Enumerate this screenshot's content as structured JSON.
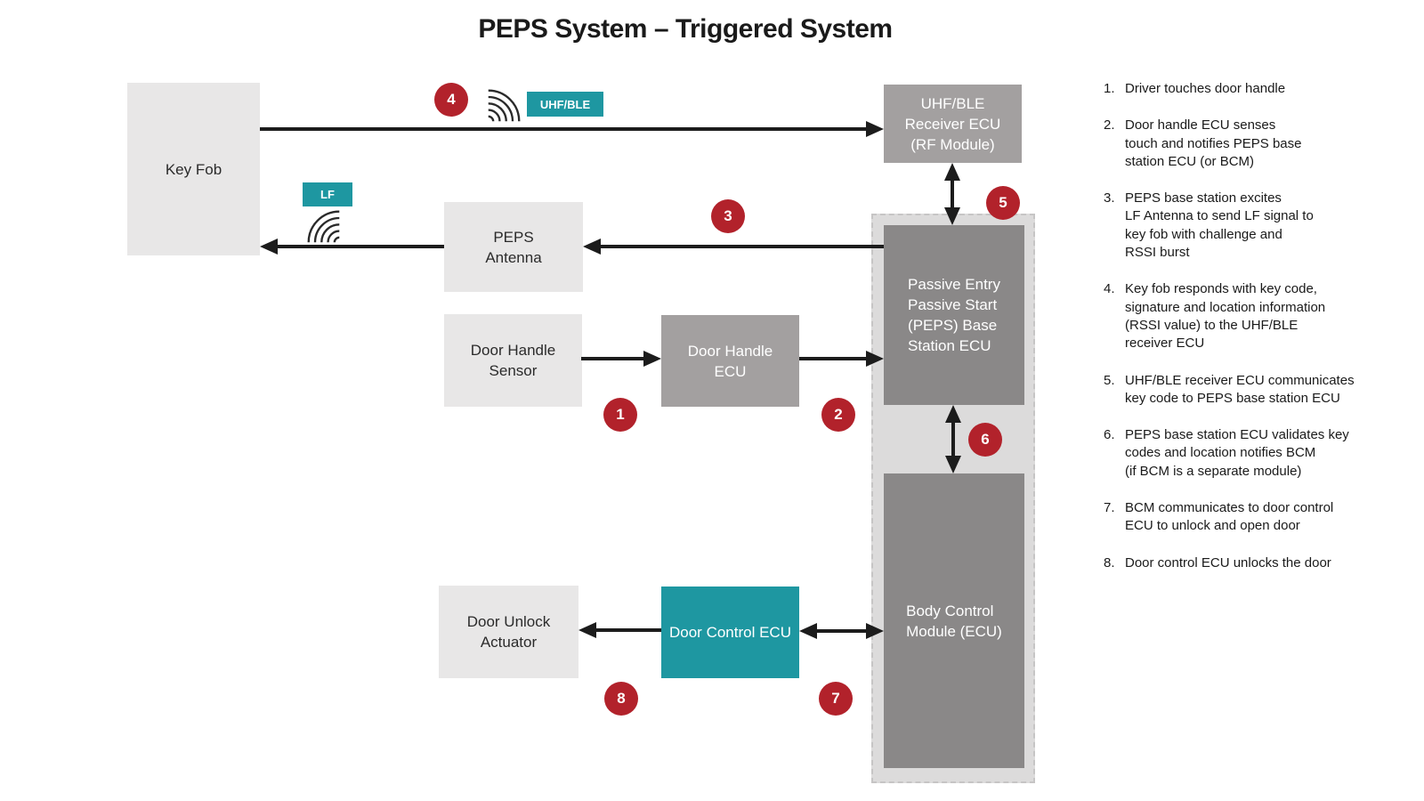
{
  "title": "PEPS System – Triggered System",
  "colors": {
    "accent_teal": "#1E97A1",
    "marker_red": "#B2222B",
    "box_light": "#E8E7E7",
    "box_medium": "#A3A0A0",
    "box_dark": "#8A8888",
    "group_bg": "#DCDBDB",
    "group_border": "#C6C5C5",
    "line_black": "#1C1C1C",
    "text_dark": "#1A1A1A"
  },
  "boxes": {
    "key_fob": {
      "label": "Key Fob"
    },
    "uhf_receiver": {
      "label": "UHF/BLE\nReceiver ECU\n(RF Module)"
    },
    "peps_antenna": {
      "label": "PEPS\nAntenna"
    },
    "door_handle_sensor": {
      "label": "Door Handle\nSensor"
    },
    "door_handle_ecu": {
      "label": "Door Handle\nECU"
    },
    "peps_base_station": {
      "label": "Passive Entry\nPassive Start\n(PEPS) Base\nStation ECU"
    },
    "bcm": {
      "label": "Body Control\nModule (ECU)"
    },
    "door_unlock_actuator": {
      "label": "Door Unlock\nActuator"
    },
    "door_control_ecu": {
      "label": "Door Control ECU"
    }
  },
  "tags": {
    "uhf_ble": "UHF/BLE",
    "lf": "LF"
  },
  "markers": [
    "1",
    "2",
    "3",
    "4",
    "5",
    "6",
    "7",
    "8"
  ],
  "legend": {
    "items": [
      {
        "num": "1.",
        "text": "Driver touches door handle"
      },
      {
        "num": "2.",
        "text": "Door handle ECU senses\ntouch and notifies PEPS base\nstation ECU (or BCM)"
      },
      {
        "num": "3.",
        "text": "PEPS base station excites\nLF Antenna to send LF signal to\nkey fob with challenge and\nRSSI burst"
      },
      {
        "num": "4.",
        "text": "Key fob responds with key code,\nsignature and location information\n(RSSI value) to the UHF/BLE\nreceiver ECU"
      },
      {
        "num": "5.",
        "text": "UHF/BLE receiver ECU communicates\nkey code to PEPS base station ECU"
      },
      {
        "num": "6.",
        "text": "PEPS base station ECU validates key\ncodes and location notifies BCM\n(if BCM is a separate module)"
      },
      {
        "num": "7.",
        "text": "BCM communicates to door control\nECU to unlock and open door"
      },
      {
        "num": "8.",
        "text": "Door control ECU unlocks the door"
      }
    ]
  }
}
